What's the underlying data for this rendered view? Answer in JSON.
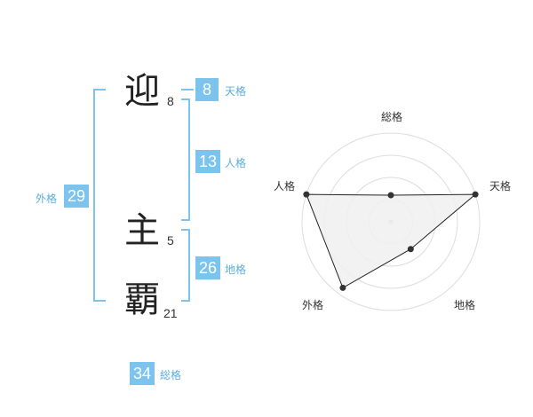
{
  "name": {
    "chars": [
      {
        "char": "迎",
        "strokes": "8"
      },
      {
        "char": "主",
        "strokes": "5"
      },
      {
        "char": "覇",
        "strokes": "21"
      }
    ]
  },
  "kakusu": {
    "tenkaku": {
      "value": "8",
      "label": "天格"
    },
    "jinkaku": {
      "value": "13",
      "label": "人格"
    },
    "chikaku": {
      "value": "26",
      "label": "地格"
    },
    "gaikaku": {
      "value": "29",
      "label": "外格"
    },
    "soukaku": {
      "value": "34",
      "label": "総格"
    }
  },
  "chart_data": {
    "type": "radar",
    "axes": [
      "総格",
      "天格",
      "地格",
      "外格",
      "人格"
    ],
    "values": [
      0.3,
      1.0,
      0.38,
      0.92,
      1.0
    ],
    "rings": 4,
    "colors": {
      "fill": "#f0f0f0",
      "stroke": "#222222",
      "grid": "#dddddd",
      "point": "#333333",
      "center": "#cccccc"
    }
  }
}
